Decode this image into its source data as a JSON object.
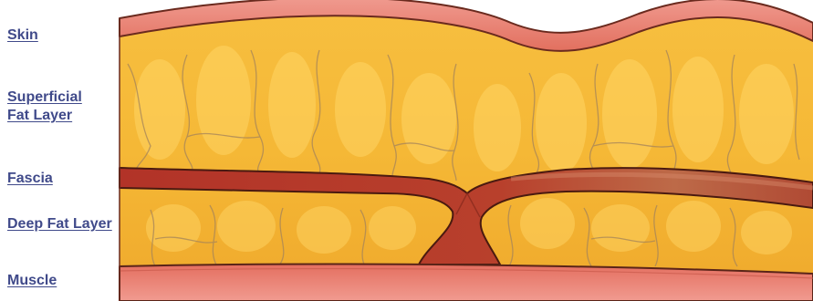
{
  "labels": {
    "skin": "Skin",
    "superficial_line1": "Superficial",
    "superficial_line2": "Fat Layer",
    "fascia": "Fascia",
    "deep_fat": "Deep Fat Layer",
    "muscle": "Muscle"
  },
  "colors": {
    "label_text": "#404a8a",
    "fat_fill": "#f3b636",
    "fat_highlight": "#ffd86a",
    "skin_fill": "#ec857c",
    "fascia_fill": "#b73a2e",
    "fascia_highlight": "#c86a50",
    "muscle_fill": "#ec857c",
    "outline": "#5a2418",
    "septa": "#a8865a"
  }
}
